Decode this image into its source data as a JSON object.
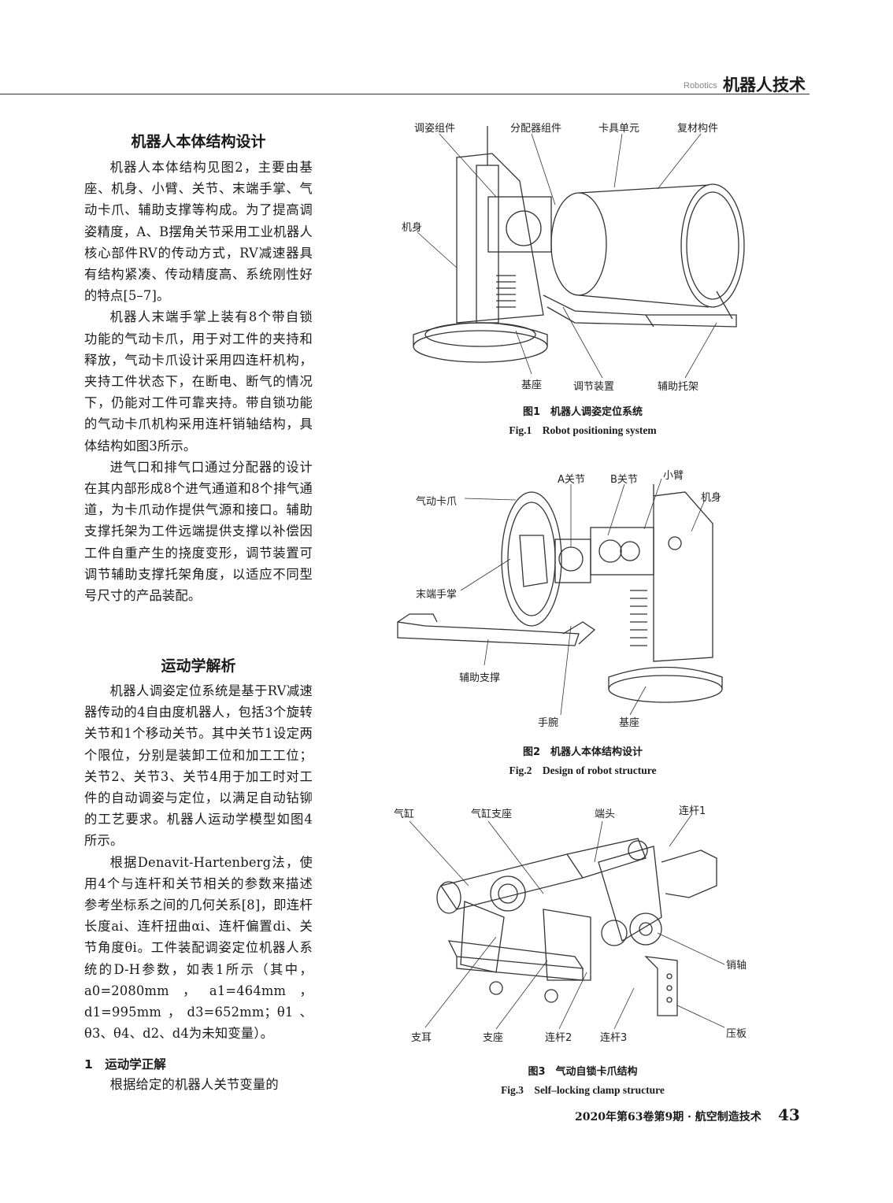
{
  "header": {
    "en": "Robotics",
    "zh": "机器人技术"
  },
  "sections": {
    "s1_title": "机器人本体结构设计",
    "s1_p1": "机器人本体结构见图2，主要由基座、机身、小臂、关节、末端手掌、气动卡爪、辅助支撑等构成。为了提高调姿精度，A、B摆角关节采用工业机器人核心部件RV的传动方式，RV减速器具有结构紧凑、传动精度高、系统刚性好的特点[5–7]。",
    "s1_p2": "机器人末端手掌上装有8个带自锁功能的气动卡爪，用于对工件的夹持和释放，气动卡爪设计采用四连杆机构，夹持工件状态下，在断电、断气的情况下，仍能对工件可靠夹持。带自锁功能的气动卡爪机构采用连杆销轴结构，具体结构如图3所示。",
    "s1_p3": "进气口和排气口通过分配器的设计在其内部形成8个进气通道和8个排气通道，为卡爪动作提供气源和接口。辅助支撑托架为工件远端提供支撑以补偿因工件自重产生的挠度变形，调节装置可调节辅助支撑托架角度，以适应不同型号尺寸的产品装配。",
    "s2_title": "运动学解析",
    "s2_p1": "机器人调姿定位系统是基于RV减速器传动的4自由度机器人，包括3个旋转关节和1个移动关节。其中关节1设定两个限位，分别是装卸工位和加工工位；关节2、关节3、关节4用于加工时对工件的自动调姿与定位，以满足自动钻铆的工艺要求。机器人运动学模型如图4所示。",
    "s2_p2": "根据Denavit-Hartenberg法，使用4个与连杆和关节相关的参数来描述参考坐标系之间的几何关系[8]，即连杆长度ai、连杆扭曲αi、连杆偏置di、关节角度θi。工件装配调姿定位机器人系统的D-H参数，如表1所示（其中，a0=2080mm，a1=464mm，d1=995mm，d3=652mm；θ1、θ3、θ4、d2、d4为未知变量）。",
    "s3_title": "1　运动学正解",
    "s3_p1": "根据给定的机器人关节变量的"
  },
  "fig1": {
    "caption_zh": "图1　机器人调姿定位系统",
    "caption_en": "Fig.1　Robot positioning system",
    "labels": [
      "调姿组件",
      "分配器组件",
      "卡具单元",
      "复材构件",
      "机身",
      "基座",
      "调节装置",
      "辅助托架"
    ]
  },
  "fig2": {
    "caption_zh": "图2　机器人本体结构设计",
    "caption_en": "Fig.2　Design of robot structure",
    "labels": [
      "A关节",
      "B关节",
      "小臂",
      "气动卡爪",
      "机身",
      "末端手掌",
      "辅助支撑",
      "手腕",
      "基座"
    ]
  },
  "fig3": {
    "caption_zh": "图3　气动自锁卡爪结构",
    "caption_en": "Fig.3　Self–locking clamp structure",
    "labels": [
      "气缸",
      "气缸支座",
      "端头",
      "连杆1",
      "销轴",
      "支耳",
      "支座",
      "连杆2",
      "连杆3",
      "压板"
    ]
  },
  "footer": {
    "journal": "2020年第63卷第9期 · 航空制造技术",
    "page": "43"
  }
}
